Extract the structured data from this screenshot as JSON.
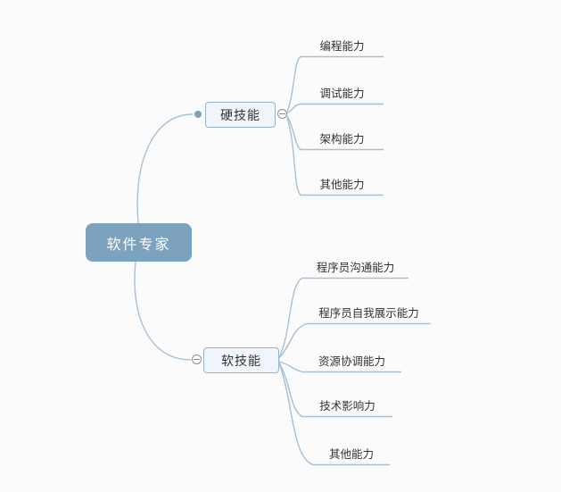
{
  "mindmap": {
    "root": {
      "label": "软件专家"
    },
    "branches": [
      {
        "label": "硬技能",
        "children": [
          "编程能力",
          "调试能力",
          "架构能力",
          "其他能力"
        ]
      },
      {
        "label": "软技能",
        "children": [
          "程序员沟通能力",
          "程序员自我展示能力",
          "资源协调能力",
          "技术影响力",
          "其他能力"
        ]
      }
    ],
    "colors": {
      "canvas_bg": "#fbfbfb",
      "root_bg": "#7ca2be",
      "root_text": "#ffffff",
      "branch_bg": "#eff5fa",
      "branch_border": "#94b4ce",
      "edge_line": "#a5c1d8",
      "node_text": "#333333",
      "collapse_border": "#8f8f8f"
    }
  }
}
